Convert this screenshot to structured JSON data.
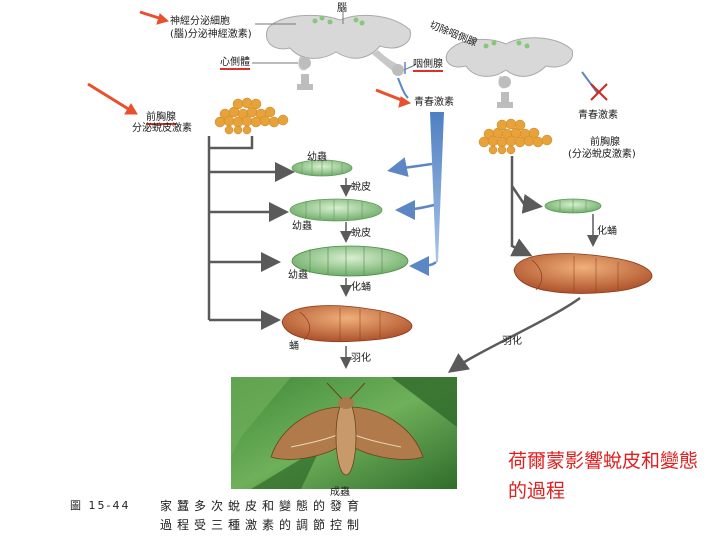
{
  "labels": {
    "neuro_cells": "神經分泌細胞",
    "neuro_hormone": "(腦)分泌神經激素)",
    "brain": "腦",
    "excised_ca": "切除咽側腺",
    "corpora_cardiaca": "心側體",
    "corpora_allata": "咽側腺",
    "prothoracic_gland": "前胸腺",
    "secrete_ecdysone": "分泌蛻皮激素",
    "juvenile_hormone": "青春激素",
    "juvenile_hormone_right": "青春激素",
    "prothoracic_right_1": "前胸腺",
    "prothoracic_right_2": "(分泌蛻皮激素)",
    "larva_1": "幼蟲",
    "molt_1": "蛻皮",
    "larva_2": "幼蟲",
    "molt_2": "蛻皮",
    "larva_3": "幼蟲",
    "pupate_1": "化蛹",
    "pupa": "蛹",
    "eclosion_1": "羽化",
    "adult": "成蟲",
    "pupate_right": "化蛹",
    "eclosion_right": "羽化"
  },
  "caption_red": "荷爾蒙影響蛻皮和變態的過程",
  "figure_number": "圖 15-44",
  "figure_caption_line1": "家蠶多次蛻皮和變態的發育",
  "figure_caption_line2": "過程受三種激素的調節控制",
  "colors": {
    "arrow_red": "#e8502e",
    "gland_orange": "#e8a23a",
    "hormone_blue": "#5d86c4",
    "flow_gray": "#6b6b6b",
    "larva_green": "#8fc48a",
    "pupa_brown": "#c4643a",
    "caption_red": "#e02020"
  }
}
